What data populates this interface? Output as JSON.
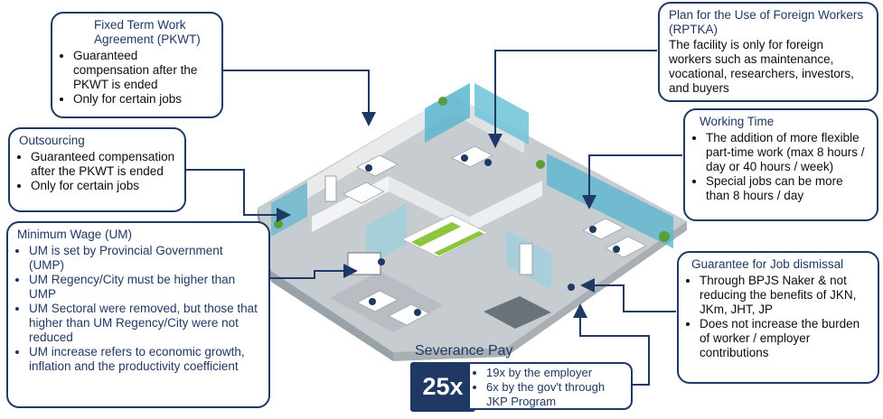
{
  "callouts": {
    "pkwt": {
      "title": "Fixed Term Work Agreement (PKWT)",
      "items": [
        "Guaranteed compensation after the PKWT is ended",
        "Only for certain jobs"
      ]
    },
    "outsourcing": {
      "title": "Outsourcing",
      "items": [
        "Guaranteed compensation after the PKWT is ended",
        "Only for certain jobs"
      ]
    },
    "minimum_wage": {
      "title": "Minimum Wage (UM)",
      "items": [
        "UM is set by Provincial Government (UMP)",
        "UM Regency/City must be higher than UMP",
        "UM Sectoral were removed, but those that higher than UM Regency/City were not reduced",
        "UM increase refers to economic growth, inflation and the productivity coefficient"
      ]
    },
    "rptka": {
      "title": "Plan for the Use of Foreign Workers (RPTKA)",
      "description": "The facility is only for foreign workers such as maintenance, vocational, researchers, investors, and buyers"
    },
    "working_time": {
      "title": "Working Time",
      "items": [
        "The addition of more flexible part-time work (max 8 hours / day or 40 hours / week)",
        "Special jobs can be more than 8 hours / day"
      ]
    },
    "job_dismissal": {
      "title": "Guarantee for Job dismissal",
      "items": [
        "Through BPJS Naker & not reducing the benefits of JKN, JKm, JHT, JP",
        "Does not increase the burden of worker / employer contributions"
      ]
    }
  },
  "severance": {
    "title": "Severance Pay",
    "multiplier": "25x",
    "items": [
      "19x by the employer",
      "6x by the gov't through JKP Program"
    ]
  },
  "colors": {
    "navy": "#1f3864",
    "glass": "#5bb6cf",
    "floor": "#c7ccd1",
    "accent_green": "#8cc63f"
  }
}
